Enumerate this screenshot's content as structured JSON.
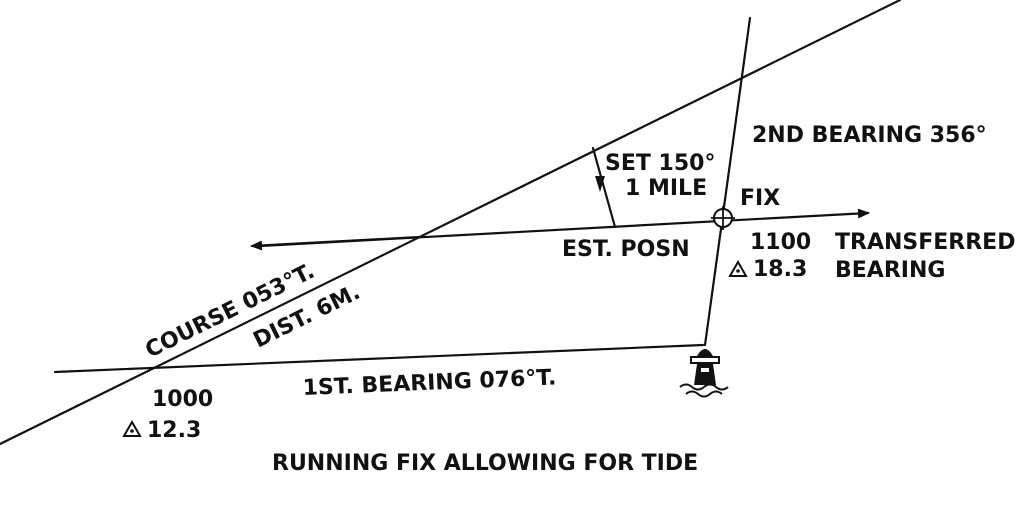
{
  "diagram": {
    "title": "RUNNING FIX ALLOWING FOR TIDE",
    "labels": {
      "course": "COURSE 053°T.",
      "distance": "DIST. 6M.",
      "first_bearing": "1ST. BEARING 076°T.",
      "second_bearing": "2ND BEARING 356°",
      "set_line1": "SET 150°",
      "set_line2": "1 MILE",
      "fix": "FIX",
      "est_posn": "EST. POSN",
      "time_1000": "1000",
      "log_1000": "12.3",
      "time_1100": "1100",
      "log_1100": "18.3",
      "transferred_line1": "TRANSFERRED",
      "transferred_line2": "BEARING"
    }
  }
}
